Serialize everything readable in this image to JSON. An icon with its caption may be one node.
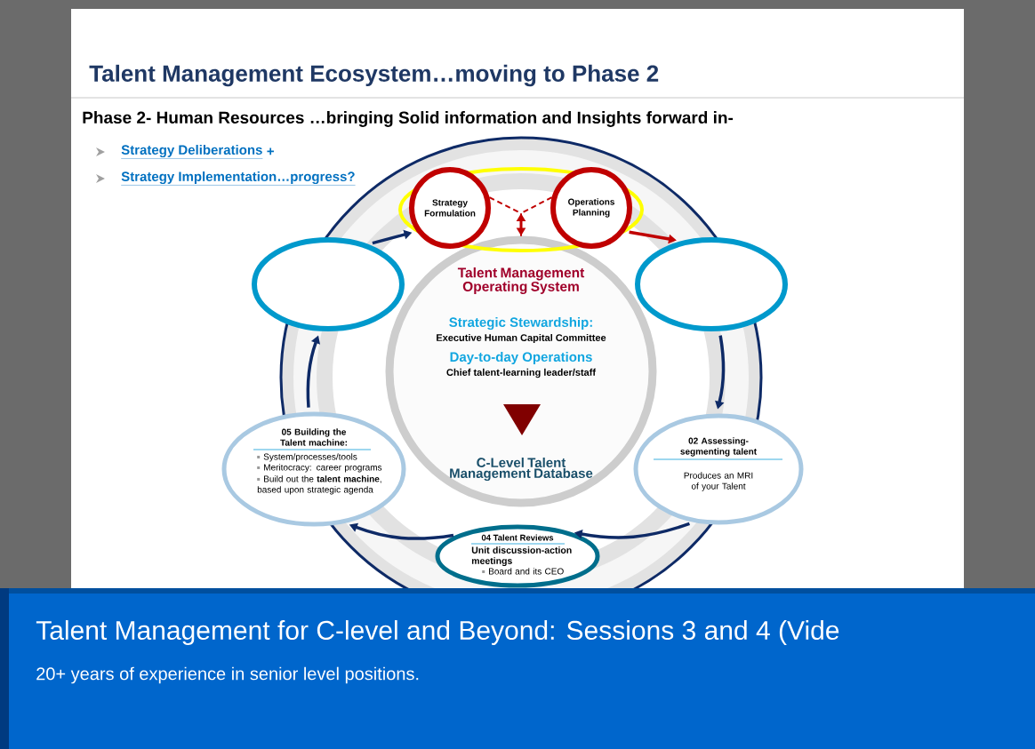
{
  "diagram": {
    "title": "Talent Management Ecosystem…moving to Phase 2",
    "nodes": [
      {
        "text": [
          "Talent Management Operating System",
          "Strategic Stewardship:",
          "Executive Human Capital Committee",
          "Day-to-day Operations",
          "Chief talent-learning leader/staff",
          "C-Level Talent Management Database"
        ]
      },
      {
        "text": [],
        "shape": "ellipse"
      },
      {
        "text": [
          "Strategy Formulation"
        ],
        "in": 1
      },
      {
        "text": [
          "Operations Planning"
        ],
        "in": 1
      },
      {
        "text": [],
        "shape": "ellipse"
      },
      {
        "text": [],
        "shape": "ellipse"
      },
      {
        "text": [
          "05 Building the Talent machine:",
          "System/processes/tools",
          "Meritocracy: career programs",
          "Build out the **talent machine**, based upon strategic agenda"
        ]
      },
      {
        "text": [
          "02 Assessing-segmenting talent",
          "Produces an MRI of your Talent"
        ]
      },
      {
        "text": [
          "04 Talent Reviews",
          "Unit discussion-action meetings",
          "Board and its CEO"
        ]
      }
    ],
    "edges": [
      {
        "from": 4,
        "to": 2,
        "arrow": "to"
      },
      {
        "from": 3,
        "to": 5,
        "arrow": "to",
        "color": "#c00000"
      },
      {
        "from": 5,
        "to": 7,
        "arrow": "to"
      },
      {
        "from": 7,
        "to": 8,
        "arrow": "to"
      },
      {
        "from": 8,
        "to": 6,
        "arrow": "to"
      },
      {
        "from": 6,
        "to": 4,
        "arrow": "to"
      },
      {
        "from": 2,
        "to": 0,
        "arrow": "both",
        "style": "dashed",
        "color": "#c00000"
      },
      {
        "from": 3,
        "to": 0,
        "arrow": "both",
        "style": "dashed",
        "color": "#c00000"
      }
    ],
    "labels": [
      "Phase 2- Human Resources …bringing Solid information and Insights forward in-",
      "Strategy Deliberations",
      "+",
      "Strategy Implementation…progress?",
      "Talent Management for C-level and Beyond: Sessions 3 and 4 (Vide",
      "20+ years of experience in senior level positions."
    ]
  }
}
